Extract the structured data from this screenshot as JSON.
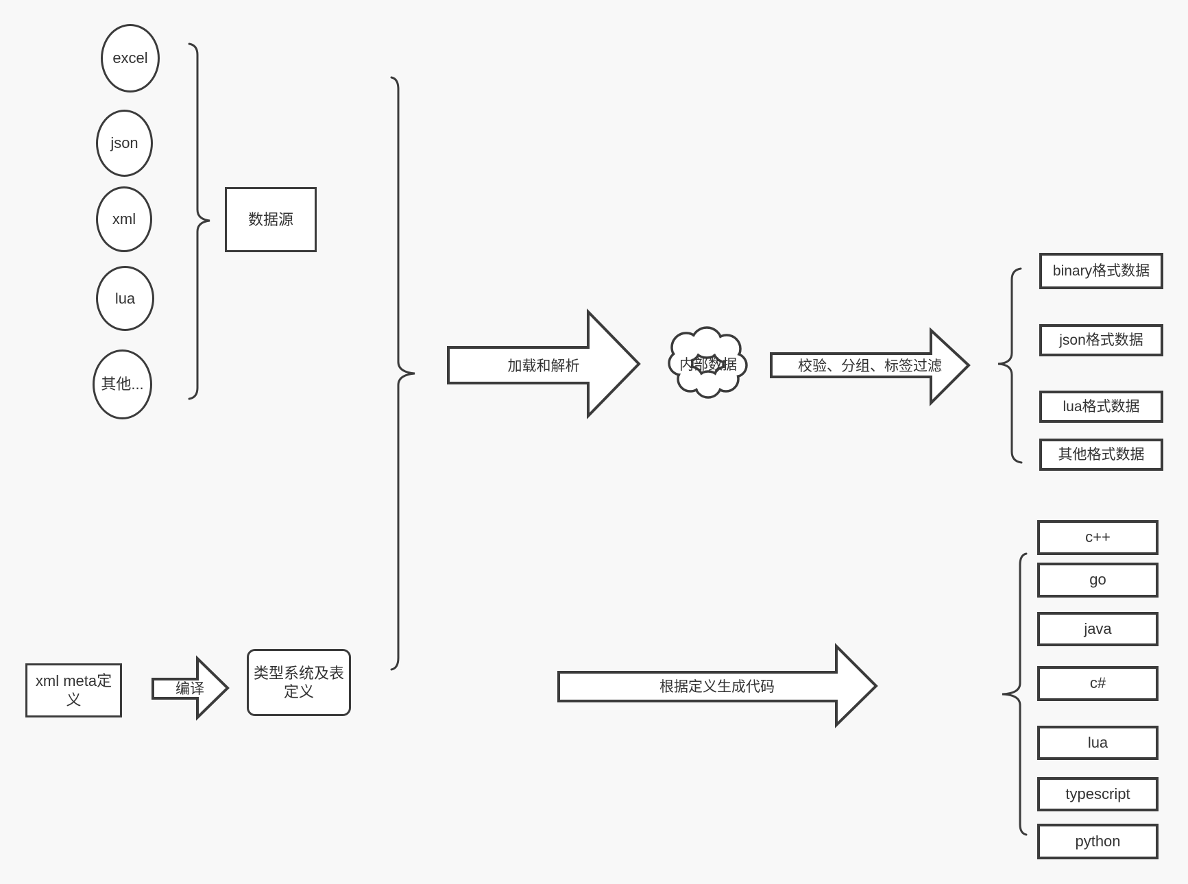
{
  "canvas": {
    "background": "#f8f8f8",
    "stroke_color": "#3b3b3b",
    "text_color": "#333333",
    "node_fill": "#ffffff"
  },
  "sources": {
    "group_label": "数据源",
    "items": [
      {
        "label": "excel"
      },
      {
        "label": "json"
      },
      {
        "label": "xml"
      },
      {
        "label": "lua"
      },
      {
        "label": "其他..."
      }
    ]
  },
  "pipeline": {
    "load_arrow_label": "加载和解析",
    "internal_data_label": "内部数据",
    "filter_arrow_label": "校验、分组、标签过滤"
  },
  "outputs": {
    "items": [
      {
        "label": "binary格式数据"
      },
      {
        "label": "json格式数据"
      },
      {
        "label": "lua格式数据"
      },
      {
        "label": "其他格式数据"
      }
    ]
  },
  "codegen": {
    "xml_meta_label": "xml meta定义",
    "compile_arrow_label": "编译",
    "type_system_label": "类型系统及表定义",
    "generate_arrow_label": "根据定义生成代码"
  },
  "languages": {
    "items": [
      {
        "label": "c++"
      },
      {
        "label": "go"
      },
      {
        "label": "java"
      },
      {
        "label": "c#"
      },
      {
        "label": "lua"
      },
      {
        "label": "typescript"
      },
      {
        "label": "python"
      }
    ]
  }
}
